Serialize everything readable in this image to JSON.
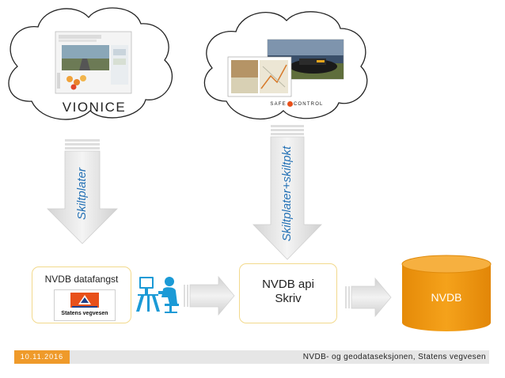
{
  "clouds": {
    "left": {
      "brand": "VIONICE"
    },
    "right": {
      "brand_left": "SAFE",
      "brand_right": "CONTROL"
    }
  },
  "arrows": {
    "left_label": "Skiltplater",
    "right_label": "Skiltplater+skiltpkt"
  },
  "datafangst": {
    "title": "NVDB datafangst",
    "logo_text": "Statens vegvesen"
  },
  "api": {
    "line1": "NVDB api",
    "line2": "Skriv"
  },
  "database": {
    "label": "NVDB"
  },
  "footer": {
    "date": "10.11.2016",
    "text": "NVDB- og geodataseksjonen, Statens vegvesen"
  },
  "colors": {
    "accent_orange": "#ef9a2a",
    "db_orange": "#f0950f",
    "label_blue": "#2471b5",
    "user_icon_blue": "#1b9ad6"
  }
}
